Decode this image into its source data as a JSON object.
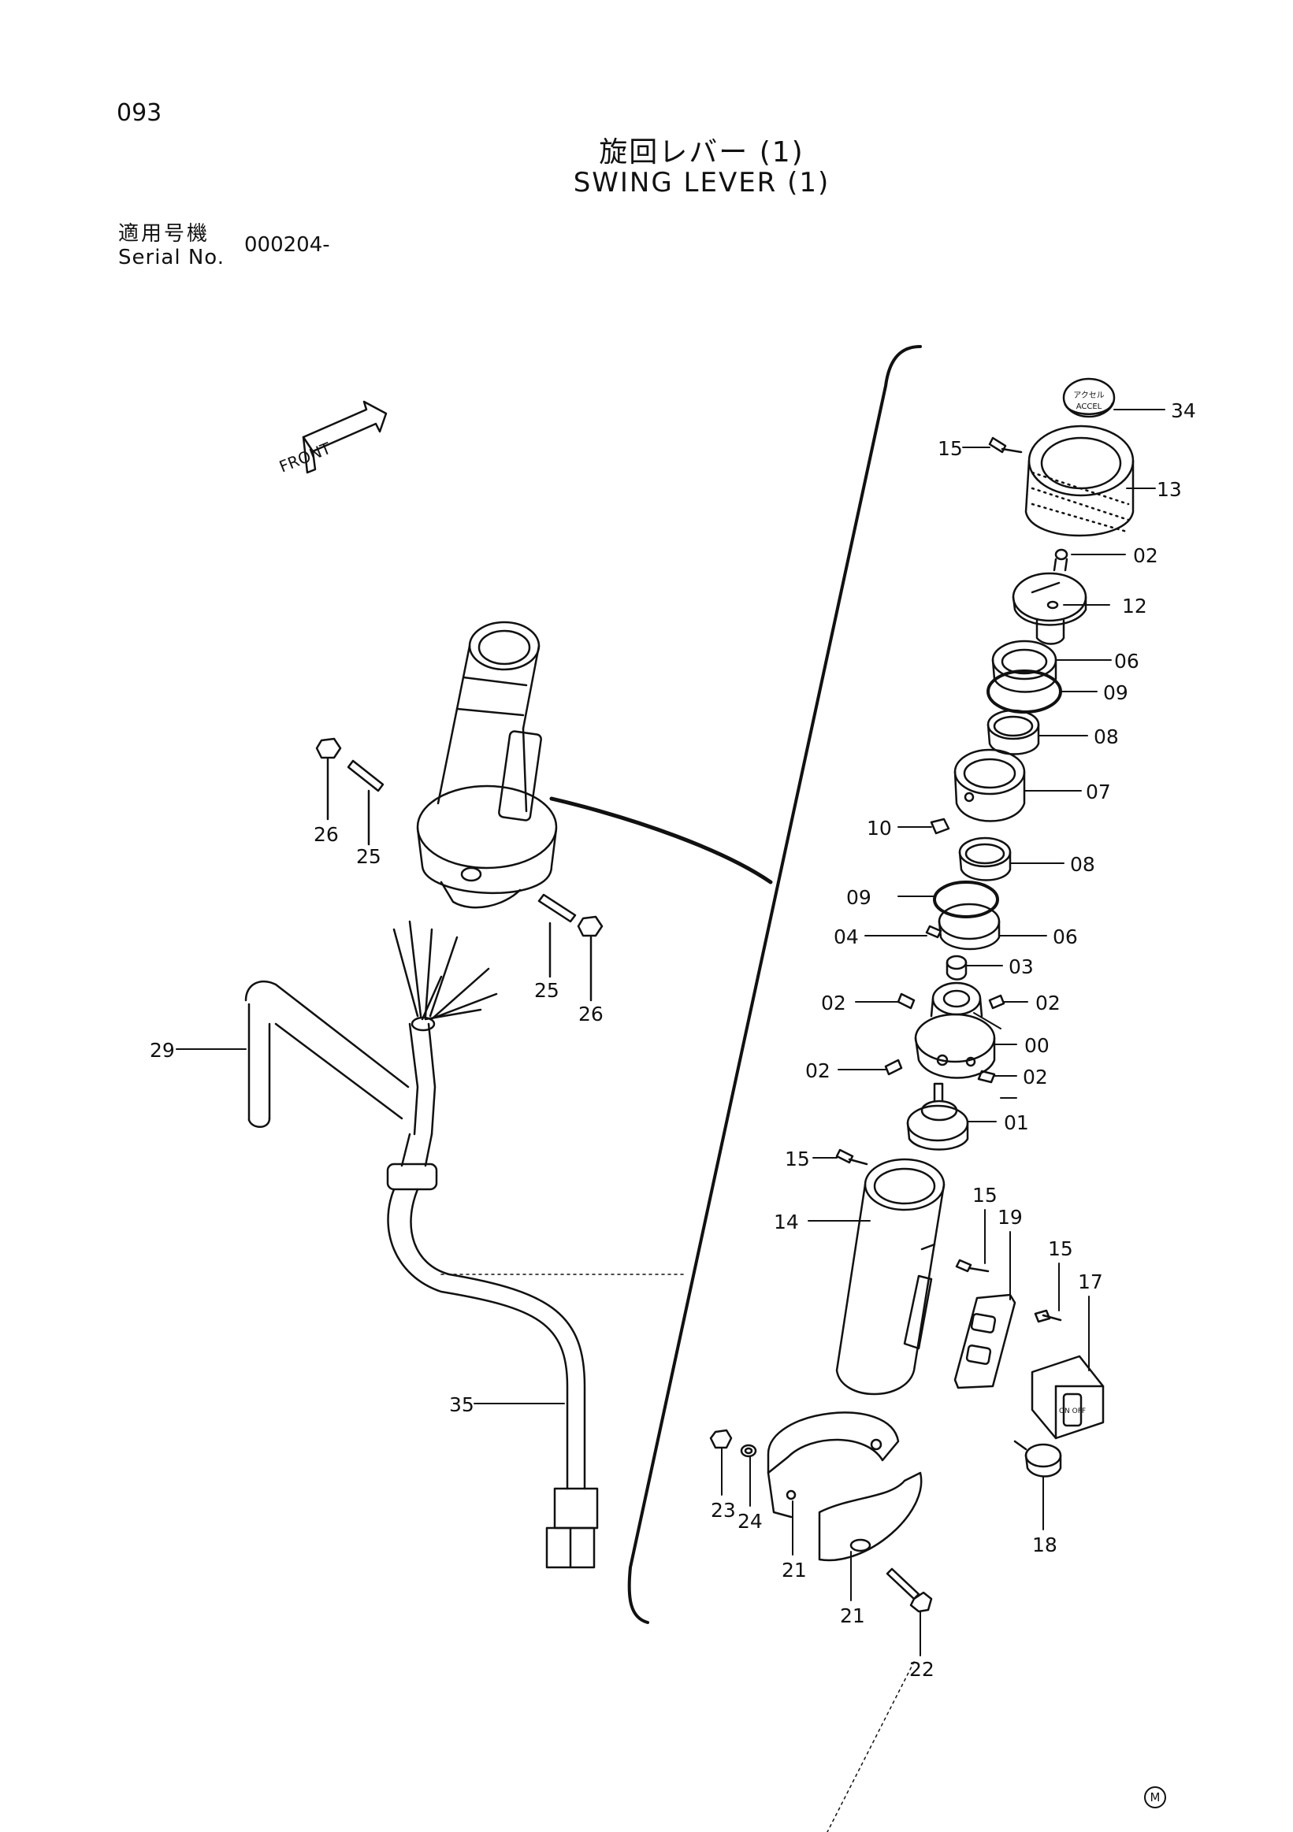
{
  "page_number": "093",
  "title_jp": "旋回レバー (1)",
  "title_en": "SWING LEVER (1)",
  "serial_label_jp": "適用号機",
  "serial_label_en": "Serial No.",
  "serial_value": "000204-",
  "front_label": "FRONT",
  "cap_label_lines": [
    "アクセル",
    "ACCEL"
  ],
  "switch_label": "ON OFF",
  "corner_mark": "M",
  "callouts": {
    "c34": "34",
    "c15a": "15",
    "c13": "13",
    "c02a": "02",
    "c12": "12",
    "c06a": "06",
    "c09a": "09",
    "c08a": "08",
    "c07": "07",
    "c10": "10",
    "c08b": "08",
    "c09b": "09",
    "c04": "04",
    "c06b": "06",
    "c03": "03",
    "c02b": "02",
    "c02c": "02",
    "c00": "00",
    "c02d": "02",
    "c02e": "02",
    "c01": "01",
    "c15b": "15",
    "c14": "14",
    "c15c": "15",
    "c19": "19",
    "c15d": "15",
    "c17": "17",
    "c18": "18",
    "c23": "23",
    "c24": "24",
    "c21a": "21",
    "c21b": "21",
    "c22": "22",
    "c26a": "26",
    "c25a": "25",
    "c25b": "25",
    "c26b": "26",
    "c29": "29",
    "c35": "35"
  }
}
